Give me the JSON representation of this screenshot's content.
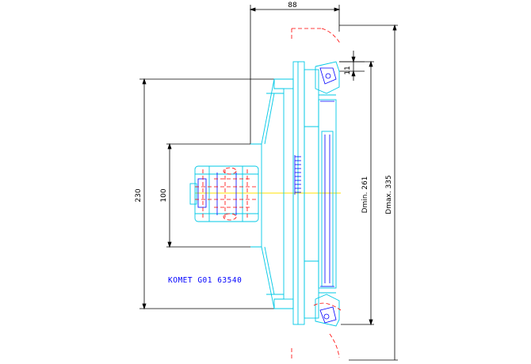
{
  "drawing": {
    "label": "KOMET G01 63540",
    "colors": {
      "dimension": "#000000",
      "outline": "#00c8e6",
      "hidden": "#ff0000",
      "centerline": "#ffe000",
      "label": "#0000ff",
      "detail": "#0000ff"
    },
    "dimensions": {
      "width": "88",
      "insert_offset": "11",
      "height_outer": "230",
      "height_inner": "100",
      "d_min": "Dmin. 261",
      "d_max": "Dmax. 335"
    }
  }
}
